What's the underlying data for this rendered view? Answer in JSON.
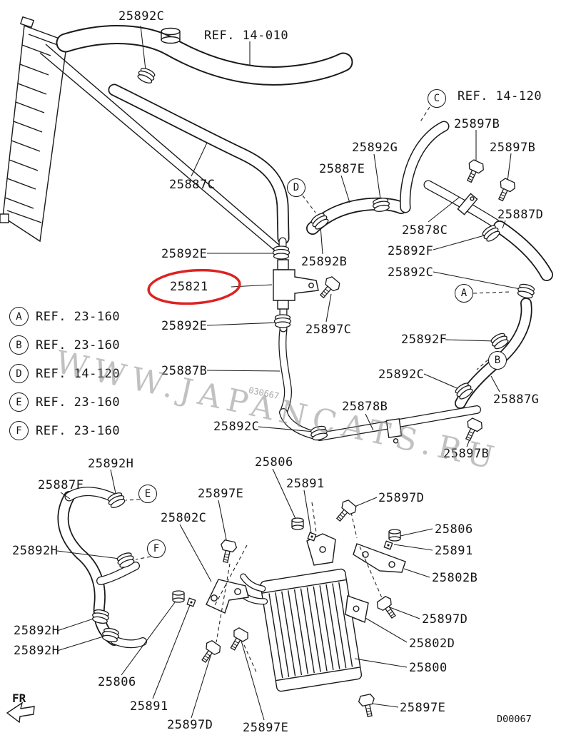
{
  "diagram": {
    "watermark": "WWW.JAPANCATS.RU",
    "serial": "030667",
    "drawing_number": "D00067",
    "fr_label": "FR"
  },
  "highlight": {
    "part": "25821",
    "color": "#dd2222"
  },
  "legend": {
    "items": [
      {
        "letter": "A",
        "ref": "REF. 23-160"
      },
      {
        "letter": "B",
        "ref": "REF. 23-160"
      },
      {
        "letter": "D",
        "ref": "REF. 14-120"
      },
      {
        "letter": "E",
        "ref": "REF. 23-160"
      },
      {
        "letter": "F",
        "ref": "REF. 23-160"
      }
    ]
  },
  "callouts": [
    {
      "letter": "C"
    },
    {
      "letter": "D"
    },
    {
      "letter": "A"
    },
    {
      "letter": "B"
    },
    {
      "letter": "E"
    },
    {
      "letter": "F"
    }
  ],
  "labels": [
    {
      "text": "25892C"
    },
    {
      "text": "REF. 14-010"
    },
    {
      "text": "25887C"
    },
    {
      "text": "25892G"
    },
    {
      "text": "25887E"
    },
    {
      "text": "REF. 14-120"
    },
    {
      "text": "25897B"
    },
    {
      "text": "25897B"
    },
    {
      "text": "25887D"
    },
    {
      "text": "25878C"
    },
    {
      "text": "25892F"
    },
    {
      "text": "25892B"
    },
    {
      "text": "25892E"
    },
    {
      "text": "25892C"
    },
    {
      "text": "25821"
    },
    {
      "text": "25897C"
    },
    {
      "text": "25892E"
    },
    {
      "text": "25892F"
    },
    {
      "text": "25887B"
    },
    {
      "text": "25892C"
    },
    {
      "text": "25878B"
    },
    {
      "text": "25887G"
    },
    {
      "text": "25892C"
    },
    {
      "text": "25897B"
    },
    {
      "text": "25892H"
    },
    {
      "text": "25887F"
    },
    {
      "text": "25806"
    },
    {
      "text": "25891"
    },
    {
      "text": "25897E"
    },
    {
      "text": "25897D"
    },
    {
      "text": "25802C"
    },
    {
      "text": "25892H"
    },
    {
      "text": "25806"
    },
    {
      "text": "25891"
    },
    {
      "text": "25802B"
    },
    {
      "text": "25897D"
    },
    {
      "text": "25802D"
    },
    {
      "text": "25892H"
    },
    {
      "text": "25892H"
    },
    {
      "text": "25800"
    },
    {
      "text": "25806"
    },
    {
      "text": "25891"
    },
    {
      "text": "25897D"
    },
    {
      "text": "25897E"
    },
    {
      "text": "25897E"
    }
  ]
}
